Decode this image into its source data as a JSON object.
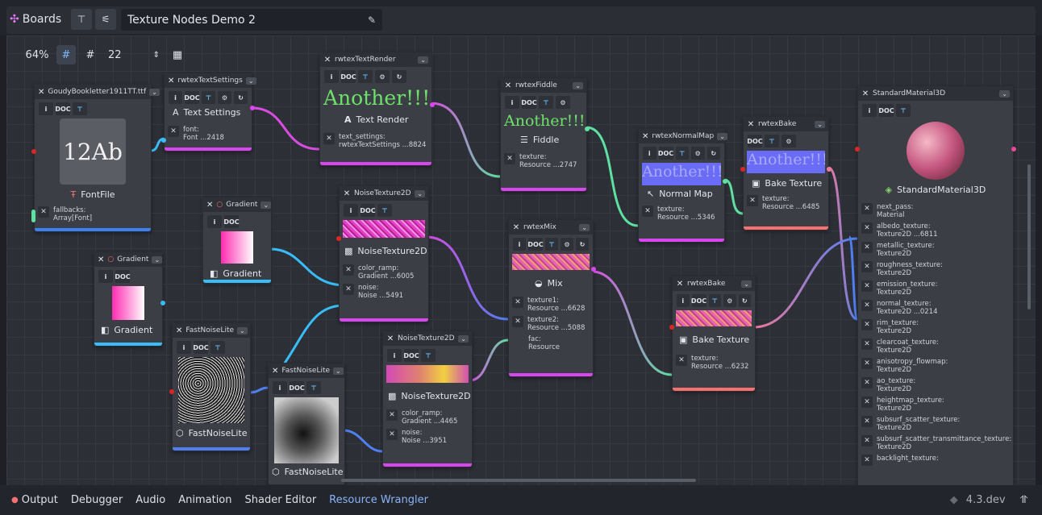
{
  "top": {
    "boards": "Boards",
    "board_title": "Texture Nodes Demo 2"
  },
  "toolbar": {
    "zoom": "64%",
    "snap": "22"
  },
  "nodes": {
    "fontfile": {
      "title": "GoudyBookletter1911TT.ttf",
      "preview": "12Ab",
      "label": "FontFile",
      "row1a": "fallbacks:",
      "row1b": "Array[Font]"
    },
    "textsettings": {
      "title": "rwtexTextSettings",
      "label": "Text Settings",
      "row1a": "font:",
      "row1b": "Font ...2418"
    },
    "textrender": {
      "title": "rwtexTextRender",
      "preview": "Another!!!",
      "label": "Text Render",
      "row1a": "text_settings:",
      "row1b": "rwtexTextSettings ...8824"
    },
    "fiddle": {
      "title": "rwtexFiddle",
      "preview": "Another!!!",
      "label": "Fiddle",
      "row1a": "texture:",
      "row1b": "Resource ...2747"
    },
    "normalmap": {
      "title": "rwtexNormalMap",
      "preview": "Another!!!",
      "label": "Normal Map",
      "row1a": "texture:",
      "row1b": "Resource ...5346"
    },
    "bake1": {
      "title": "rwtexBake",
      "preview": "Another!!!",
      "label": "Bake Texture",
      "row1a": "texture:",
      "row1b": "Resource ...6485"
    },
    "gradient1": {
      "title": "Gradient",
      "label": "Gradient"
    },
    "gradient2": {
      "title": "Gradient",
      "label": "Gradient"
    },
    "noise1": {
      "title": "NoiseTexture2D",
      "label": "NoiseTexture2D",
      "row1a": "color_ramp:",
      "row1b": "Gradient ...6005",
      "row2a": "noise:",
      "row2b": "Noise ...5491"
    },
    "mix": {
      "title": "rwtexMix",
      "label": "Mix",
      "row1a": "texture1:",
      "row1b": "Resource ...6628",
      "row2a": "texture2:",
      "row2b": "Resource ...5088",
      "row3a": "fac:",
      "row3b": "Resource"
    },
    "bake2": {
      "title": "rwtexBake",
      "label": "Bake Texture",
      "row1a": "texture:",
      "row1b": "Resource ...6232"
    },
    "fastnoise1": {
      "title": "FastNoiseLite",
      "label": "FastNoiseLite"
    },
    "fastnoise2": {
      "title": "FastNoiseLite",
      "label": "FastNoiseLite"
    },
    "noise2": {
      "title": "NoiseTexture2D",
      "label": "NoiseTexture2D",
      "row1a": "color_ramp:",
      "row1b": "Gradient ...4465",
      "row2a": "noise:",
      "row2b": "Noise ...3951"
    },
    "material": {
      "title": "StandardMaterial3D",
      "label": "StandardMaterial3D",
      "props": [
        {
          "a": "next_pass:",
          "b": "Material"
        },
        {
          "a": "albedo_texture:",
          "b": "Texture2D ...6811"
        },
        {
          "a": "metallic_texture:",
          "b": "Texture2D"
        },
        {
          "a": "roughness_texture:",
          "b": "Texture2D"
        },
        {
          "a": "emission_texture:",
          "b": "Texture2D"
        },
        {
          "a": "normal_texture:",
          "b": "Texture2D ...0214"
        },
        {
          "a": "rim_texture:",
          "b": "Texture2D"
        },
        {
          "a": "clearcoat_texture:",
          "b": "Texture2D"
        },
        {
          "a": "anisotropy_flowmap:",
          "b": "Texture2D"
        },
        {
          "a": "ao_texture:",
          "b": "Texture2D"
        },
        {
          "a": "heightmap_texture:",
          "b": "Texture2D"
        },
        {
          "a": "subsurf_scatter_texture:",
          "b": "Texture2D"
        },
        {
          "a": "subsurf_scatter_transmittance_texture:",
          "b": "Texture2D"
        },
        {
          "a": "backlight_texture:",
          "b": ""
        }
      ]
    }
  },
  "icons": {
    "doc": "DOC"
  },
  "bottom": {
    "output": "Output",
    "debugger": "Debugger",
    "audio": "Audio",
    "animation": "Animation",
    "shader": "Shader Editor",
    "wrangler": "Resource Wrangler",
    "version": "4.3.dev"
  },
  "colors": {
    "accent": "#8ab4f8",
    "wire_pink": "#d94ce0",
    "wire_green": "#5ee0a0",
    "wire_blue": "#4f7ff0",
    "bar_pink": "#d946ef",
    "bar_blue": "#3b82f6",
    "bar_cyan": "#38bdf8",
    "bar_salmon": "#f87171"
  }
}
